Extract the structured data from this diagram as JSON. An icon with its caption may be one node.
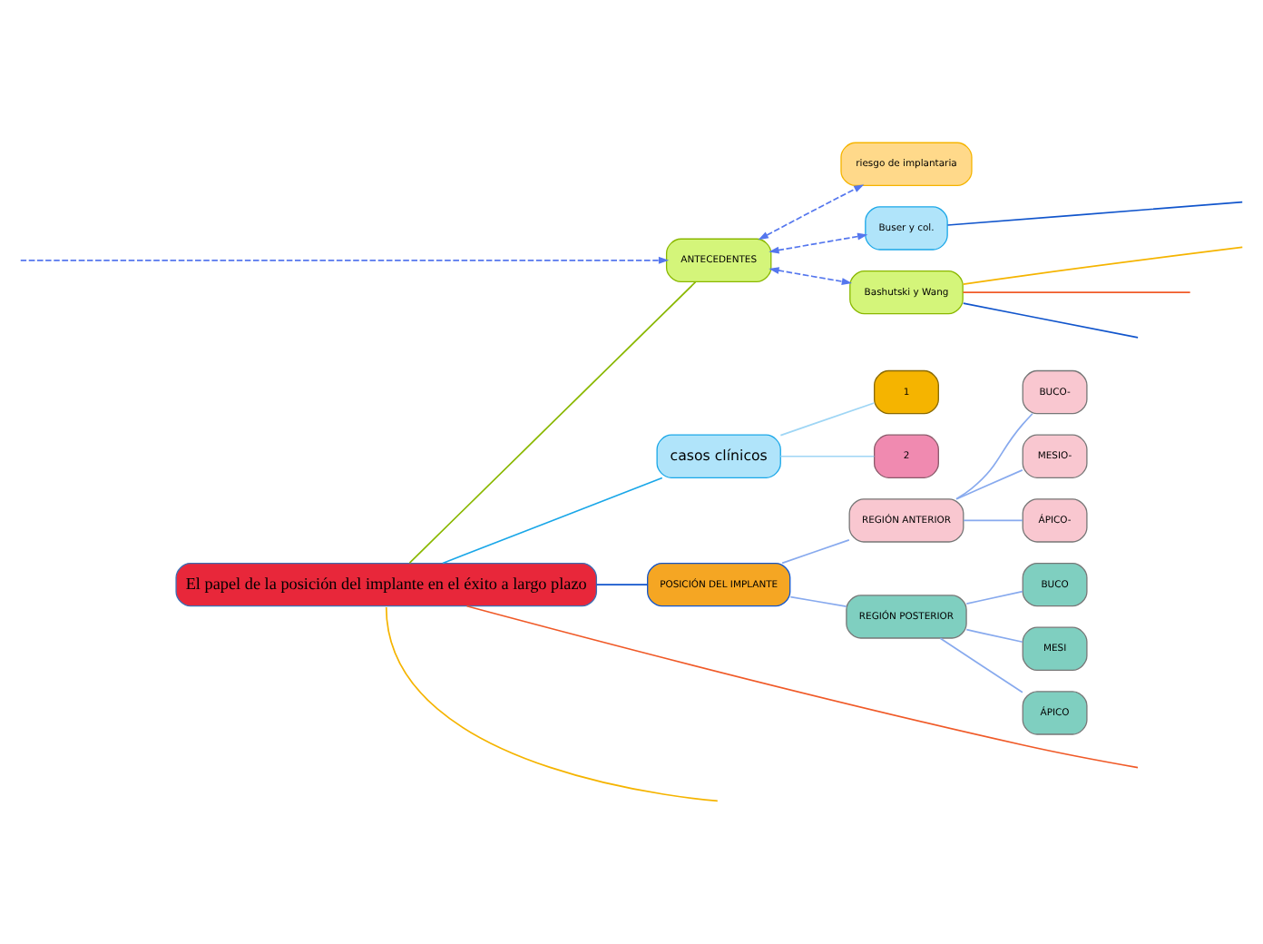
{
  "diagram": {
    "nodes": [
      {
        "text": [
          "El papel de la posición del implante en el éxito a largo plazo"
        ]
      },
      {
        "text": [
          "ANTECEDENTES"
        ]
      },
      {
        "text": [
          "riesgo de implantaria"
        ]
      },
      {
        "text": [
          "Buser y col."
        ]
      },
      {
        "text": [
          "Bashutski y Wang"
        ]
      },
      {
        "text": [
          "casos clínicos"
        ]
      },
      {
        "text": [
          "1"
        ]
      },
      {
        "text": [
          "2"
        ]
      },
      {
        "text": [
          "POSICIÓN DEL IMPLANTE"
        ]
      },
      {
        "text": [
          "REGIÓN ANTERIOR"
        ]
      },
      {
        "text": [
          "BUCO-"
        ]
      },
      {
        "text": [
          "MESIO-"
        ]
      },
      {
        "text": [
          "ÁPICO-"
        ]
      },
      {
        "text": [
          "REGIÓN POSTERIOR"
        ]
      },
      {
        "text": [
          "BUCO"
        ]
      },
      {
        "text": [
          "MESI"
        ]
      },
      {
        "text": [
          "ÁPICO"
        ]
      }
    ],
    "edges": [
      {
        "from": null,
        "to": 1,
        "arrow": "to",
        "style": "dashed",
        "color": "#5577ee"
      },
      {
        "from": 1,
        "to": 2,
        "arrow": "both",
        "style": "dashed",
        "color": "#5577ee"
      },
      {
        "from": 1,
        "to": 3,
        "arrow": "both",
        "style": "dashed",
        "color": "#5577ee"
      },
      {
        "from": 1,
        "to": 4,
        "arrow": "both",
        "style": "dashed",
        "color": "#5577ee"
      },
      {
        "from": 3,
        "to": null,
        "arrow": "none",
        "color": "#1155cc"
      },
      {
        "from": 4,
        "to": null,
        "arrow": "none",
        "color": "#f5b400"
      },
      {
        "from": 4,
        "to": null,
        "arrow": "none",
        "color": "#f05a28"
      },
      {
        "from": 4,
        "to": null,
        "arrow": "none",
        "color": "#1155cc"
      },
      {
        "from": 0,
        "to": 1,
        "arrow": "none",
        "color": "#8ab800"
      },
      {
        "from": 0,
        "to": 5,
        "arrow": "none",
        "color": "#1aa7e8"
      },
      {
        "from": 5,
        "to": 6,
        "arrow": "none",
        "color": "#9fd6f5"
      },
      {
        "from": 5,
        "to": 7,
        "arrow": "none",
        "color": "#9fd6f5"
      },
      {
        "from": 0,
        "to": null,
        "arrow": "none",
        "color": "#f05a28"
      },
      {
        "from": 0,
        "to": null,
        "arrow": "none",
        "color": "#f5b400"
      },
      {
        "from": 0,
        "to": 8,
        "arrow": "none",
        "color": "#1155cc"
      },
      {
        "from": 8,
        "to": 9,
        "arrow": "none",
        "color": "#88aaee"
      },
      {
        "from": 8,
        "to": 13,
        "arrow": "none",
        "color": "#88aaee"
      },
      {
        "from": 9,
        "to": 10,
        "arrow": "none",
        "color": "#88aaee"
      },
      {
        "from": 9,
        "to": 11,
        "arrow": "none",
        "color": "#88aaee"
      },
      {
        "from": 9,
        "to": 12,
        "arrow": "none",
        "color": "#88aaee"
      },
      {
        "from": 13,
        "to": 14,
        "arrow": "none",
        "color": "#88aaee"
      },
      {
        "from": 13,
        "to": 15,
        "arrow": "none",
        "color": "#88aaee"
      },
      {
        "from": 13,
        "to": 16,
        "arrow": "none",
        "color": "#88aaee"
      }
    ]
  }
}
